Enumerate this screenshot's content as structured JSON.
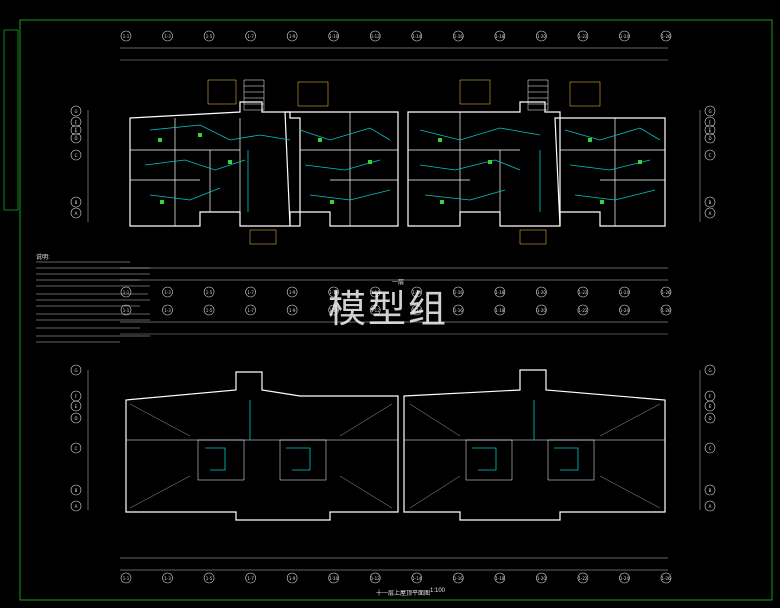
{
  "colors": {
    "background": "#000000",
    "wall": "#ffffff",
    "wiring": "#00c8c8",
    "dimension": "#c8c8c8",
    "grid_bubble": "#dcdcdc",
    "fixture": "#3ad23a",
    "annotation": "#ffd24a",
    "frame": "#1aa01a"
  },
  "watermark": "模型组",
  "sheet": {
    "sidebar_labels": [
      "",
      "",
      "",
      "",
      ""
    ],
    "top_plan": {
      "axis_labels_top": [
        "1-1",
        "1-3",
        "1-5",
        "1-7",
        "1-9",
        "1-10",
        "1-12",
        "1-14",
        "1-16",
        "1-18",
        "1-20",
        "1-22",
        "1-24",
        "1-26"
      ],
      "axis_labels_side": [
        "G",
        "F",
        "E",
        "D",
        "C",
        "B",
        "A"
      ],
      "title": "一层"
    },
    "bottom_plan": {
      "axis_labels_top": [
        "1-1",
        "1-3",
        "1-5",
        "1-7",
        "1-9",
        "1-10",
        "1-12",
        "1-14",
        "1-16",
        "1-18",
        "1-20",
        "1-22",
        "1-24",
        "1-26"
      ],
      "axis_labels_side": [
        "G",
        "F",
        "E",
        "D",
        "C",
        "B",
        "A"
      ],
      "title": "十一层上屋顶平面图"
    },
    "notes_heading": "说明:",
    "scale": "1:100"
  }
}
